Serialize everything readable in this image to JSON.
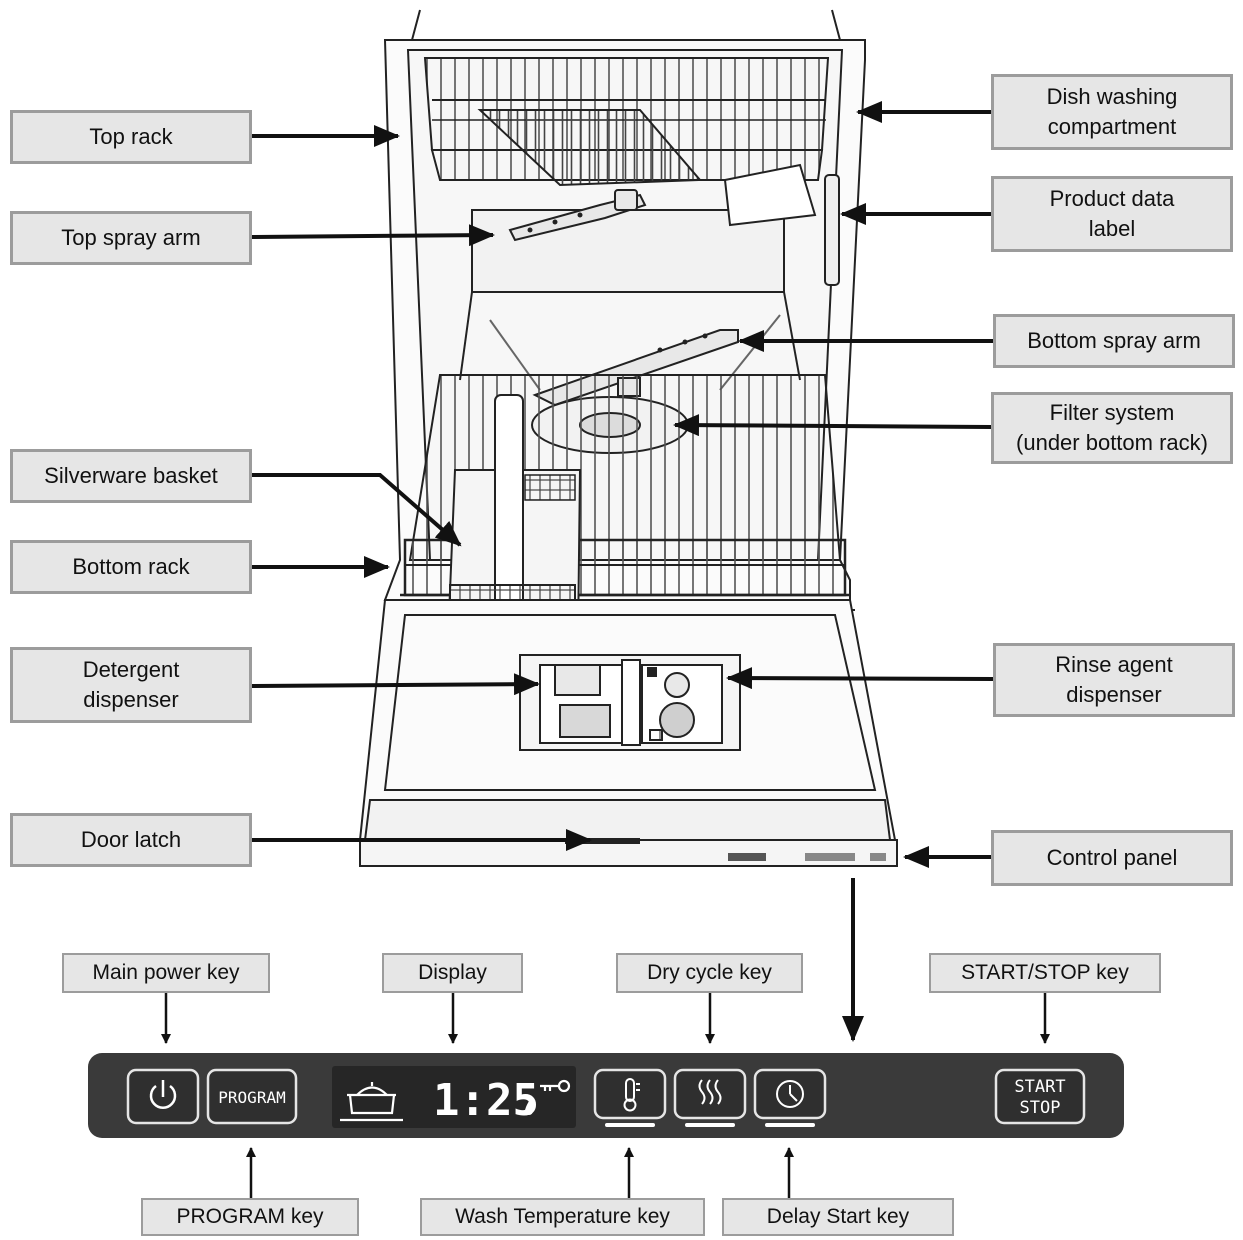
{
  "labels": {
    "top_rack": "Top rack",
    "top_spray_arm": "Top spray arm",
    "silverware_basket": "Silverware basket",
    "bottom_rack": "Bottom rack",
    "detergent_dispenser": "Detergent\ndispenser",
    "door_latch": "Door latch",
    "dish_washing_compartment": "Dish washing\ncompartment",
    "product_data_label": "Product data\nlabel",
    "bottom_spray_arm": "Bottom spray arm",
    "filter_system": "Filter system\n(under bottom rack)",
    "rinse_agent_dispenser": "Rinse agent\ndispenser",
    "control_panel": "Control panel"
  },
  "panel_labels": {
    "main_power_key": "Main power key",
    "display": "Display",
    "dry_cycle_key": "Dry cycle key",
    "start_stop_key": "START/STOP key",
    "program_key": "PROGRAM key",
    "wash_temperature_key": "Wash Temperature key",
    "delay_start_key": "Delay Start key"
  },
  "panel": {
    "program_button": "PROGRAM",
    "display_time": "1:25",
    "start_line1": "START",
    "start_line2": "STOP",
    "colors": {
      "panel": "#3a3a3a",
      "label_bg": "#e6e6e6",
      "label_border": "#9c9c9c"
    }
  },
  "icons": [
    "power-icon",
    "pot-icon",
    "drop-icon",
    "key-lock-icon",
    "thermometer-icon",
    "steam-icon",
    "clock-icon"
  ]
}
